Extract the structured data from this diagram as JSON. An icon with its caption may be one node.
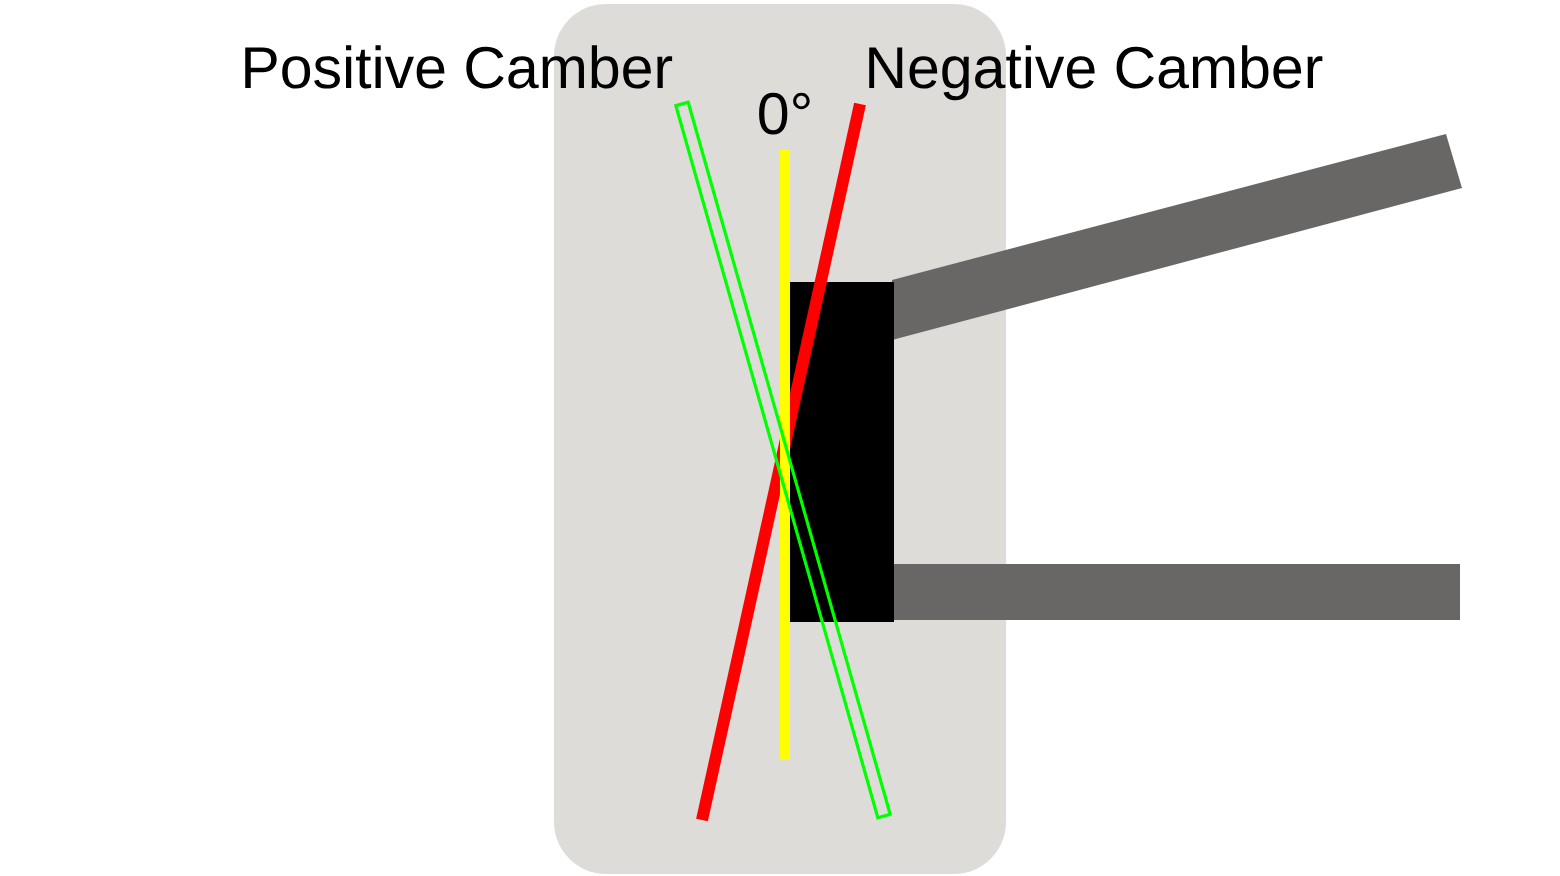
{
  "diagram": {
    "labels": [
      "Positive Camber",
      "0°",
      "Negative Camber"
    ]
  }
}
